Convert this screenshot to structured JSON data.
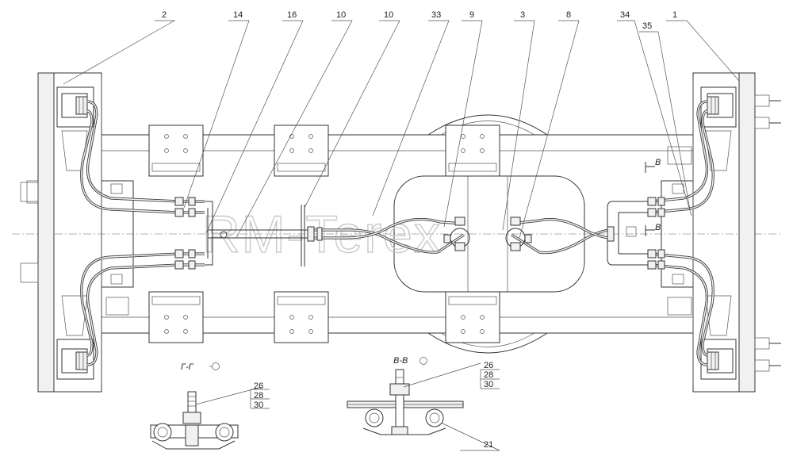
{
  "watermark": "RM-Terex",
  "callouts": {
    "c2": "2",
    "c14": "14",
    "c16": "16",
    "c10a": "10",
    "c10b": "10",
    "c33": "33",
    "c9": "9",
    "c3": "3",
    "c8": "8",
    "c34": "34",
    "c35": "35",
    "c1": "1",
    "c21": "21"
  },
  "section_marks": {
    "b_upper": "B",
    "b_lower": "B"
  },
  "sections": {
    "gg": {
      "title": "Г-Г",
      "parts": [
        "26",
        "28",
        "30"
      ]
    },
    "vv": {
      "title": "В-В",
      "parts": [
        "26",
        "28",
        "30"
      ]
    }
  }
}
